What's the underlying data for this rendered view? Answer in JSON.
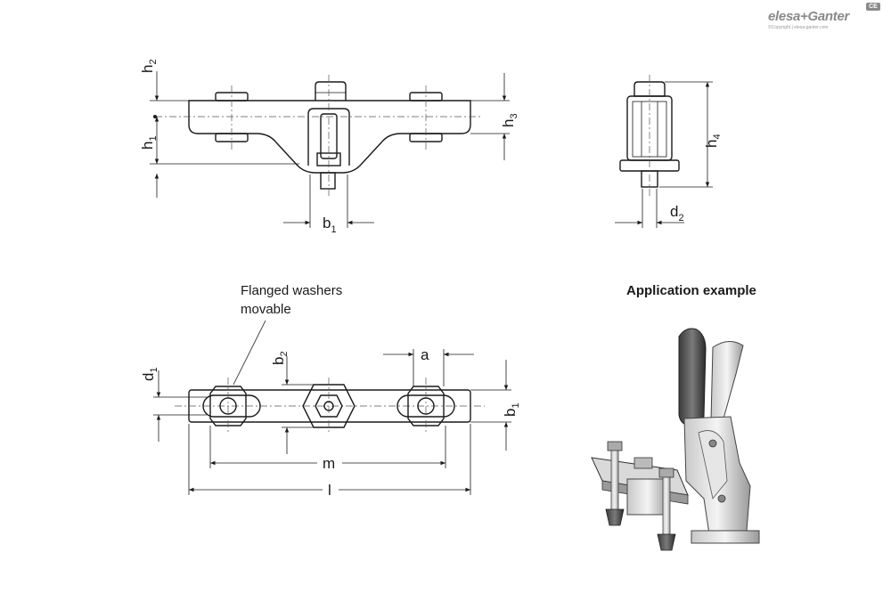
{
  "brand": {
    "name": "elesa+Ganter",
    "copyright": "©Copyright | elesa-ganter.com",
    "mark": "CE"
  },
  "dimensions": {
    "h2": {
      "base": "h",
      "sub": "2"
    },
    "h1": {
      "base": "h",
      "sub": "1"
    },
    "h3": {
      "base": "h",
      "sub": "3"
    },
    "h4": {
      "base": "h",
      "sub": "4"
    },
    "b1_front": {
      "base": "b",
      "sub": "1"
    },
    "d2": {
      "base": "d",
      "sub": "2"
    },
    "d1": {
      "base": "d",
      "sub": "1"
    },
    "b2": {
      "base": "b",
      "sub": "2"
    },
    "a": {
      "base": "a",
      "sub": ""
    },
    "b1_top": {
      "base": "b",
      "sub": "1"
    },
    "m": {
      "base": "m",
      "sub": ""
    },
    "l": {
      "base": "l",
      "sub": ""
    }
  },
  "notes": {
    "flanged_line1": "Flanged washers",
    "flanged_line2": "movable",
    "application_title": "Application example"
  },
  "colors": {
    "line": "#1a1a1a",
    "brand_grey": "#8a8a8a"
  }
}
